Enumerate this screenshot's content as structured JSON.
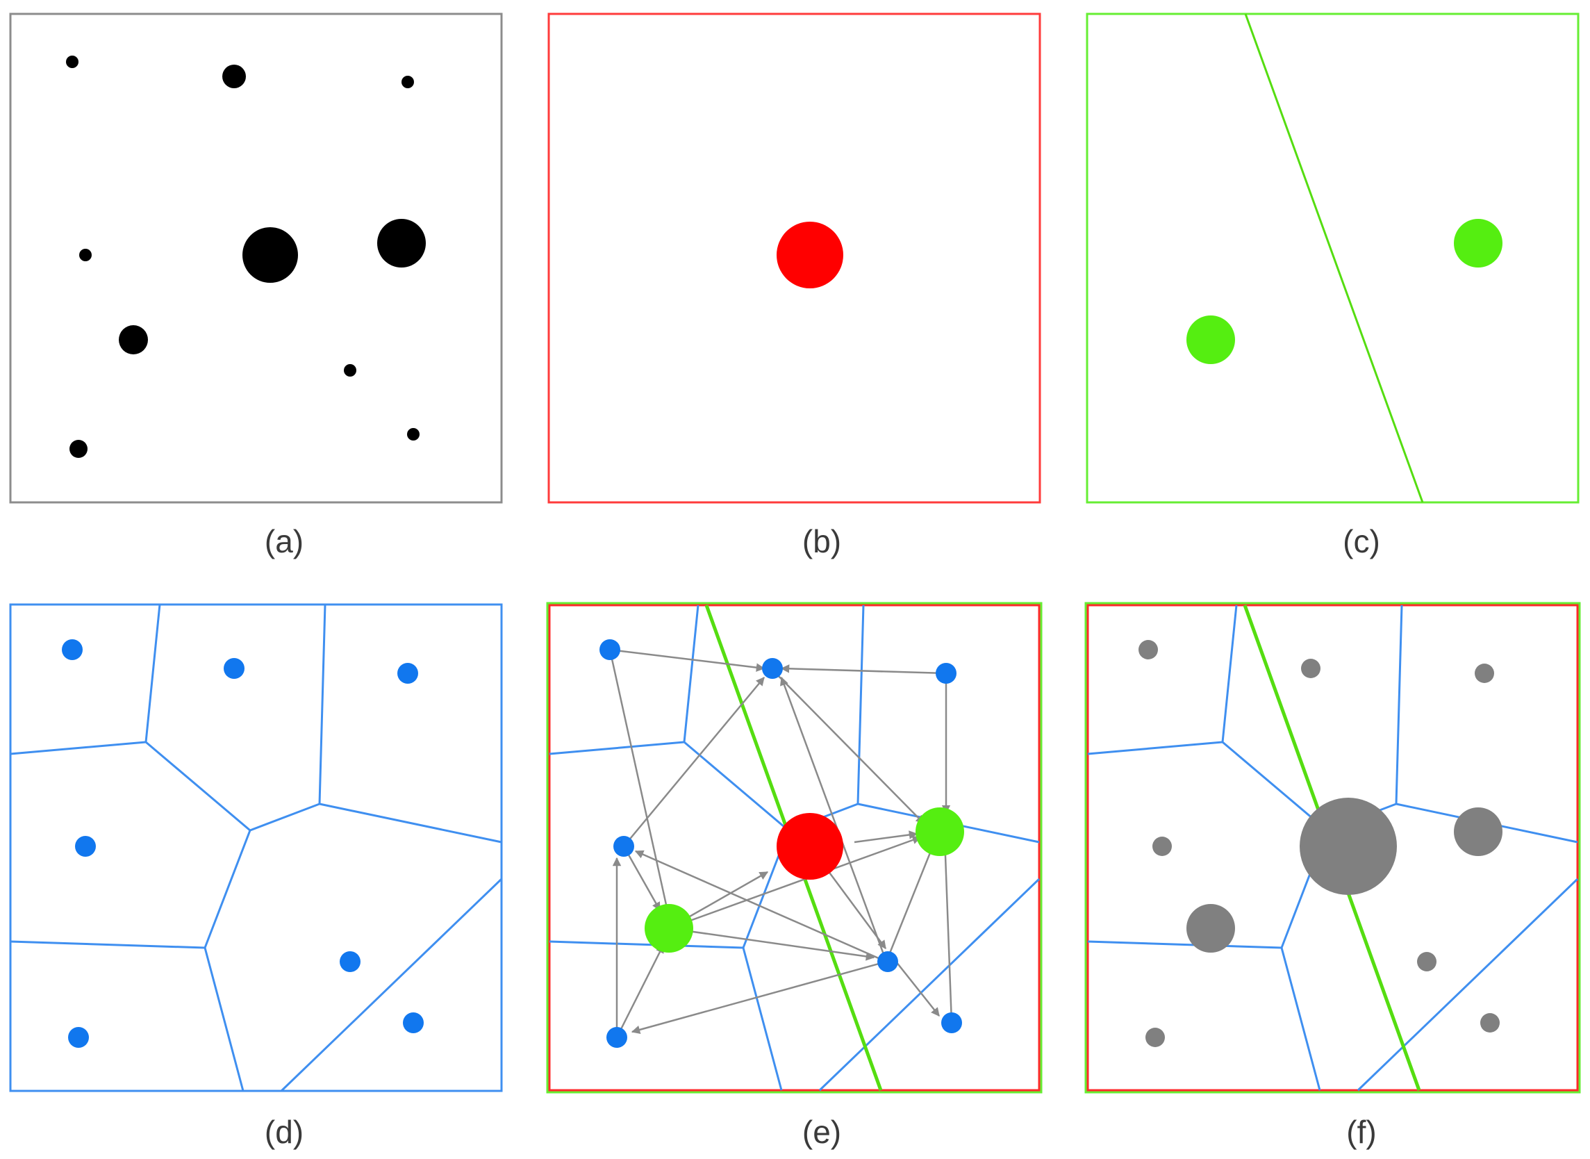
{
  "figure": {
    "panels": [
      {
        "id": "a",
        "caption": "(a)",
        "frame_color": "#8c8c8c"
      },
      {
        "id": "b",
        "caption": "(b)",
        "frame_color": "#ff3b3b"
      },
      {
        "id": "c",
        "caption": "(c)",
        "frame_color": "#66ee33"
      },
      {
        "id": "d",
        "caption": "(d)",
        "frame_color": "#3f8ff0"
      },
      {
        "id": "e",
        "caption": "(e)",
        "frame_color": "#ff2a2a"
      },
      {
        "id": "f",
        "caption": "(f)",
        "frame_color": "#ff2a2a"
      }
    ],
    "colors": {
      "point": "#000000",
      "highlight_red": "#ff0000",
      "highlight_green": "#55ee11",
      "site_blue": "#1177ee",
      "cell_edge": "#3f8ff0",
      "partition_line": "#55dd11",
      "arrow": "#8a8a8a",
      "aggregate": "#808080"
    }
  }
}
